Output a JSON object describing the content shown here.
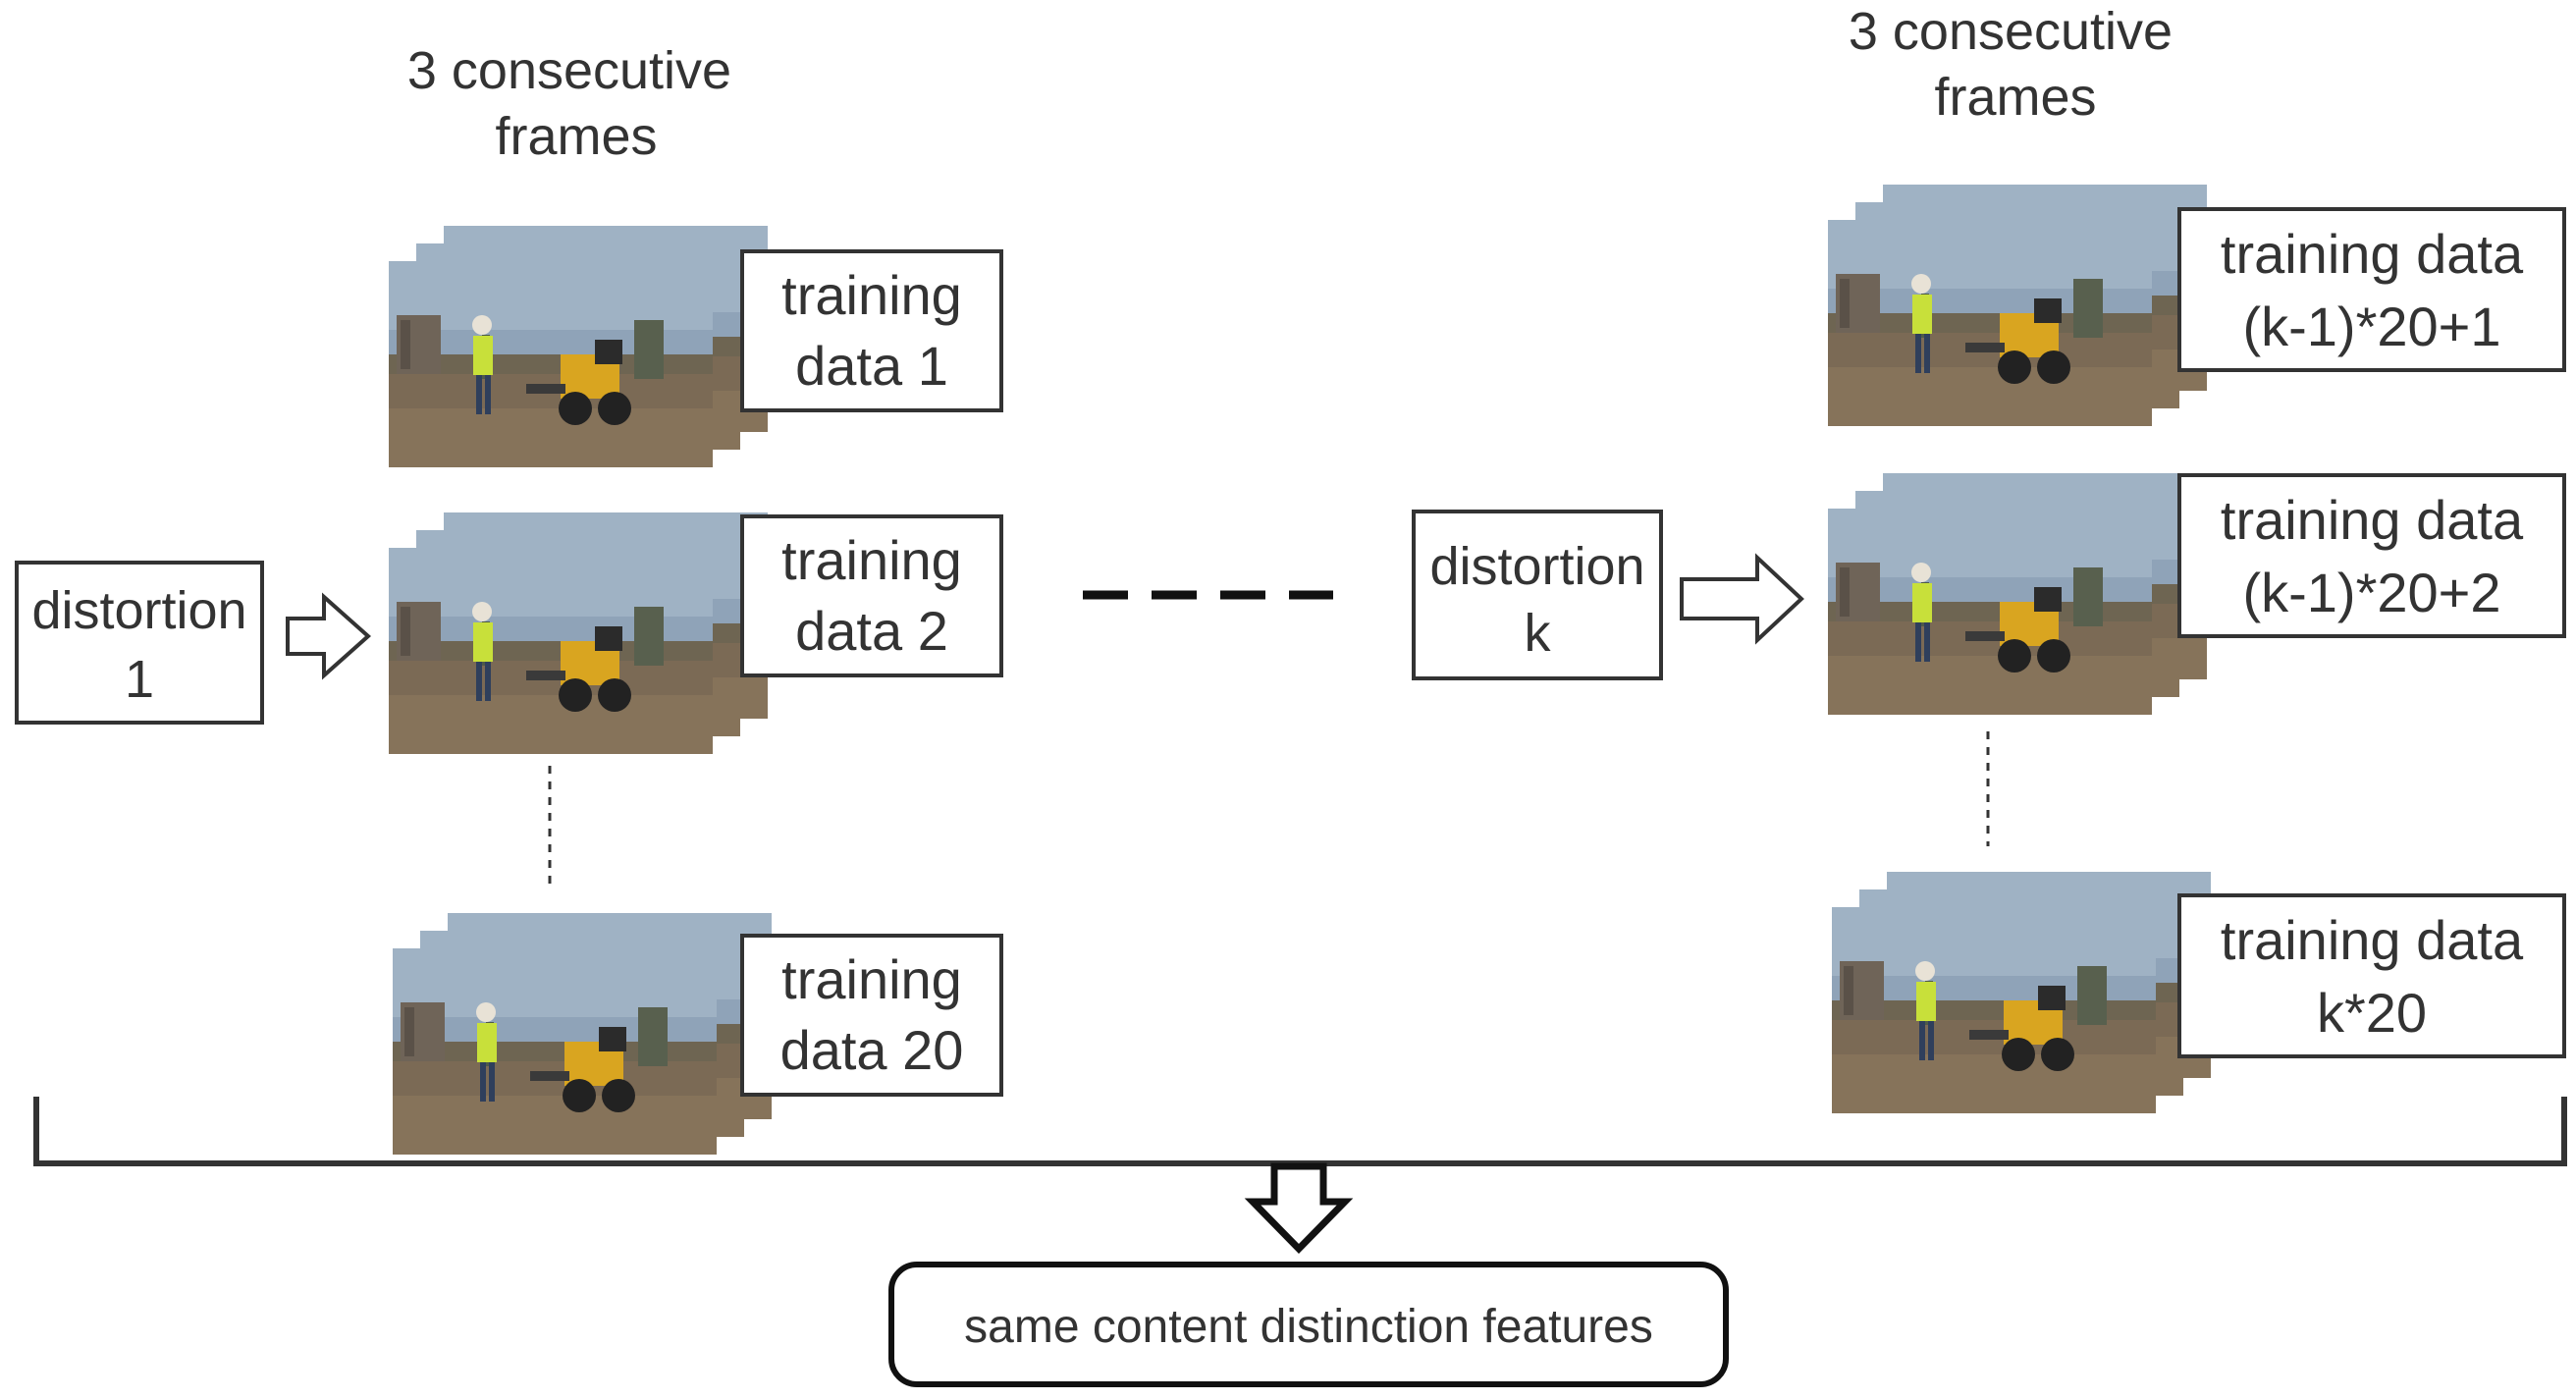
{
  "left_group": {
    "header_line1": "3  consecutive",
    "header_line2": "frames",
    "distortion_line1": "distortion",
    "distortion_line2": "1",
    "items": [
      {
        "line1": "training",
        "line2": "data 1"
      },
      {
        "line1": "training",
        "line2": "data 2"
      },
      {
        "line1": "training",
        "line2": "data 20"
      }
    ]
  },
  "right_group": {
    "header_line1": "3  consecutive",
    "header_line2": "frames",
    "distortion_line1": "distortion",
    "distortion_line2": "k",
    "items": [
      {
        "line1": "training data",
        "line2": "(k-1)*20+1"
      },
      {
        "line1": "training data",
        "line2": "(k-1)*20+2"
      },
      {
        "line1": "training data",
        "line2": "k*20"
      }
    ]
  },
  "output_label": "same content distinction features",
  "colors": {
    "stroke": "#333333",
    "sky": "#8fa3b8",
    "ground": "#7b6a55",
    "vest": "#c8e03a",
    "machine": "#d9a520"
  }
}
